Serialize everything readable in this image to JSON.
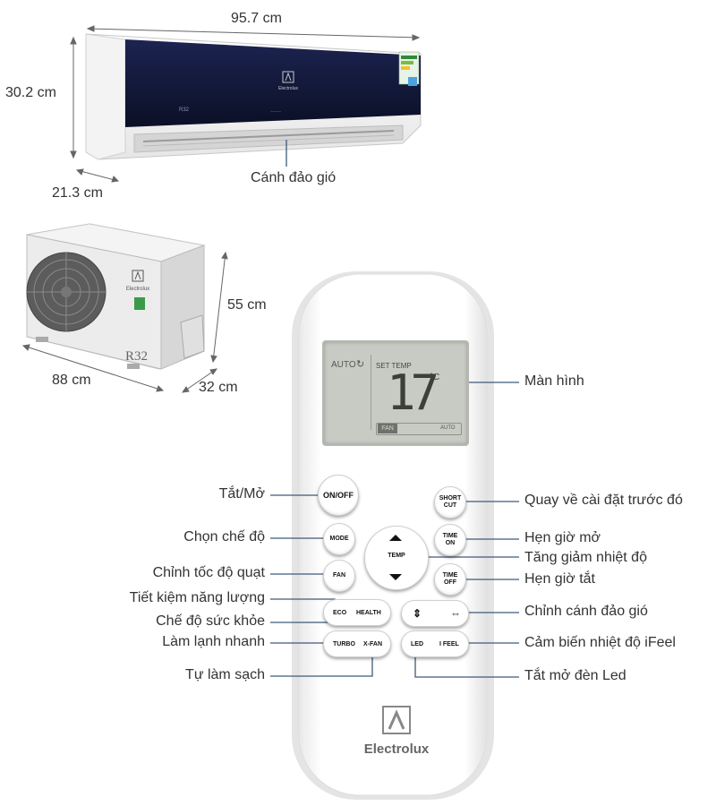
{
  "dimensions": {
    "indoor_width": "95.7  cm",
    "indoor_height": "30.2 cm",
    "indoor_depth": "21.3 cm",
    "outdoor_height": "55 cm",
    "outdoor_width": "88 cm",
    "outdoor_depth": "32 cm"
  },
  "indoor_unit": {
    "brand": "Electrolux",
    "refrigerant": "R32",
    "louver_label": "Cánh đảo gió"
  },
  "outdoor_unit": {
    "brand": "Electrolux",
    "refrigerant": "R32"
  },
  "remote": {
    "display": {
      "mode": "AUTO",
      "set_temp_label": "SET TEMP",
      "temperature": "17",
      "unit": "°C",
      "fan_label": "FAN",
      "fan_mode": "AUTO"
    },
    "buttons": {
      "on_off": "ON/OFF",
      "short_cut_1": "SHORT",
      "short_cut_2": "CUT",
      "mode": "MODE",
      "temp": "TEMP",
      "time_on_1": "TIME",
      "time_on_2": "ON",
      "fan": "FAN",
      "time_off_1": "TIME",
      "time_off_2": "OFF",
      "eco": "ECO",
      "health": "HEALTH",
      "swing_v": "⇕",
      "swing_h": "⇔",
      "turbo": "TURBO",
      "x_fan": "X-FAN",
      "led": "LED",
      "i_feel": "I FEEL"
    },
    "brand": "Electrolux"
  },
  "labels": {
    "on_off": "Tắt/Mở",
    "mode": "Chọn chế độ",
    "fan": "Chỉnh tốc độ quạt",
    "eco": "Tiết kiệm năng lượng",
    "health": "Chế độ sức khỏe",
    "turbo": "Làm lạnh nhanh",
    "x_fan": "Tự làm sạch",
    "display": "Màn hình",
    "short_cut": "Quay về cài đặt trước đó",
    "time_on": "Hẹn giờ mở",
    "temp": "Tăng giảm nhiệt độ",
    "time_off": "Hẹn giờ tắt",
    "swing": "Chỉnh cánh đảo gió",
    "i_feel": "Cảm biến nhiệt độ iFeel",
    "led": "Tắt mở đèn Led"
  },
  "colors": {
    "panel": "#101634",
    "line": "#3f5a7a",
    "lcd": "#c8cbc4"
  }
}
